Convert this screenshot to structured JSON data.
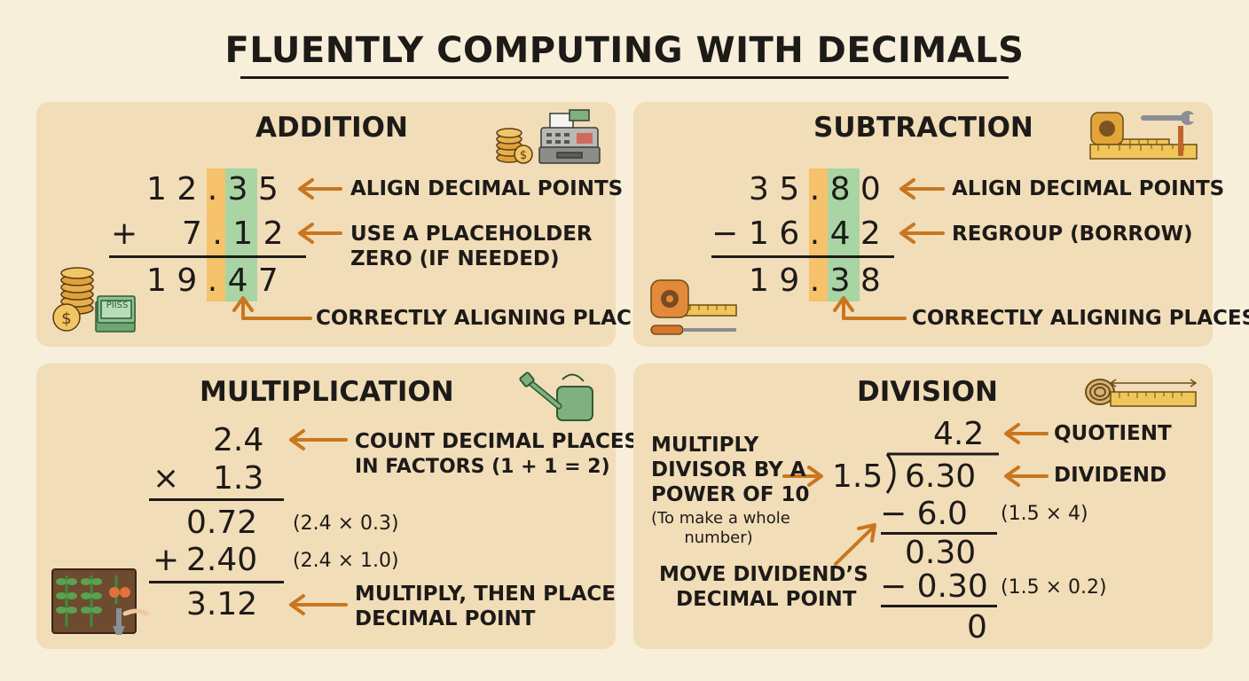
{
  "title": "FLUENTLY COMPUTING WITH DECIMALS",
  "colors": {
    "background": "#f8efdb",
    "panel": "#f2ddb9",
    "arrow": "#c9761f",
    "ones_column": "#f6c26b",
    "tenths_column": "#a9d4a4"
  },
  "addition": {
    "title": "ADDITION",
    "line1": "1 2 . 3 5",
    "op": "+",
    "line2": "7 . 1 2",
    "result": "1 9 . 4 7",
    "note_align": "ALIGN DECIMAL POINTS",
    "note_placeholder_1": "USE A PLACEHOLDER",
    "note_placeholder_2": "ZERO (IF NEEDED)",
    "note_places": "CORRECTLY ALIGNING PLACES",
    "cash_label": "PIISS",
    "icons": [
      "coin-stack-icon",
      "cash-register-icon",
      "coins-icon",
      "banknote-icon"
    ]
  },
  "subtraction": {
    "title": "SUBTRACTION",
    "line1": "3 5 . 8 0",
    "op": "−",
    "line2": "1 6 . 4 2",
    "result": "1 9 . 3 8",
    "note_align": "ALIGN DECIMAL POINTS",
    "note_regroup": "REGROUP (BORROW)",
    "note_places": "CORRECTLY ALIGNING PLACES",
    "icons": [
      "tape-measure-icon",
      "wrench-icon",
      "ruler-icon",
      "screwdriver-icon"
    ]
  },
  "multiplication": {
    "title": "MULTIPLICATION",
    "factor1": "2.4",
    "op": "×",
    "factor2": "1.3",
    "partial1": "0.72",
    "partial1_note": "(2.4 × 0.3)",
    "partial2_op": "+",
    "partial2": "2.40",
    "partial2_note": "(2.4 × 1.0)",
    "product": "3.12",
    "note_count_1": "COUNT DECIMAL PLACES",
    "note_count_2": "IN FACTORS (1 + 1 = 2)",
    "note_place_1": "MULTIPLY, THEN PLACE",
    "note_place_2": "DECIMAL POINT",
    "icons": [
      "watering-can-icon",
      "garden-plot-icon"
    ]
  },
  "division": {
    "title": "DIVISION",
    "quotient": "4.2",
    "divisor": "1.5",
    "dividend": "6.30",
    "step1": "− 6.0",
    "step1_note": "(1.5 × 4)",
    "remainder1": "0.30",
    "step2": "− 0.30",
    "step2_note": "(1.5 × 0.2)",
    "remainder2": "0",
    "note_quotient": "QUOTIENT",
    "note_dividend": "DIVIDEND",
    "note_multiply_1": "MULTIPLY",
    "note_multiply_2": "DIVISOR BY A",
    "note_multiply_3": "POWER OF 10",
    "note_sub_1": "(To make a whole",
    "note_sub_2": "number)",
    "note_move_1": "MOVE DIVIDEND’S",
    "note_move_2": "DECIMAL POINT",
    "icons": [
      "rope-coil-icon",
      "ruler-icon"
    ]
  }
}
